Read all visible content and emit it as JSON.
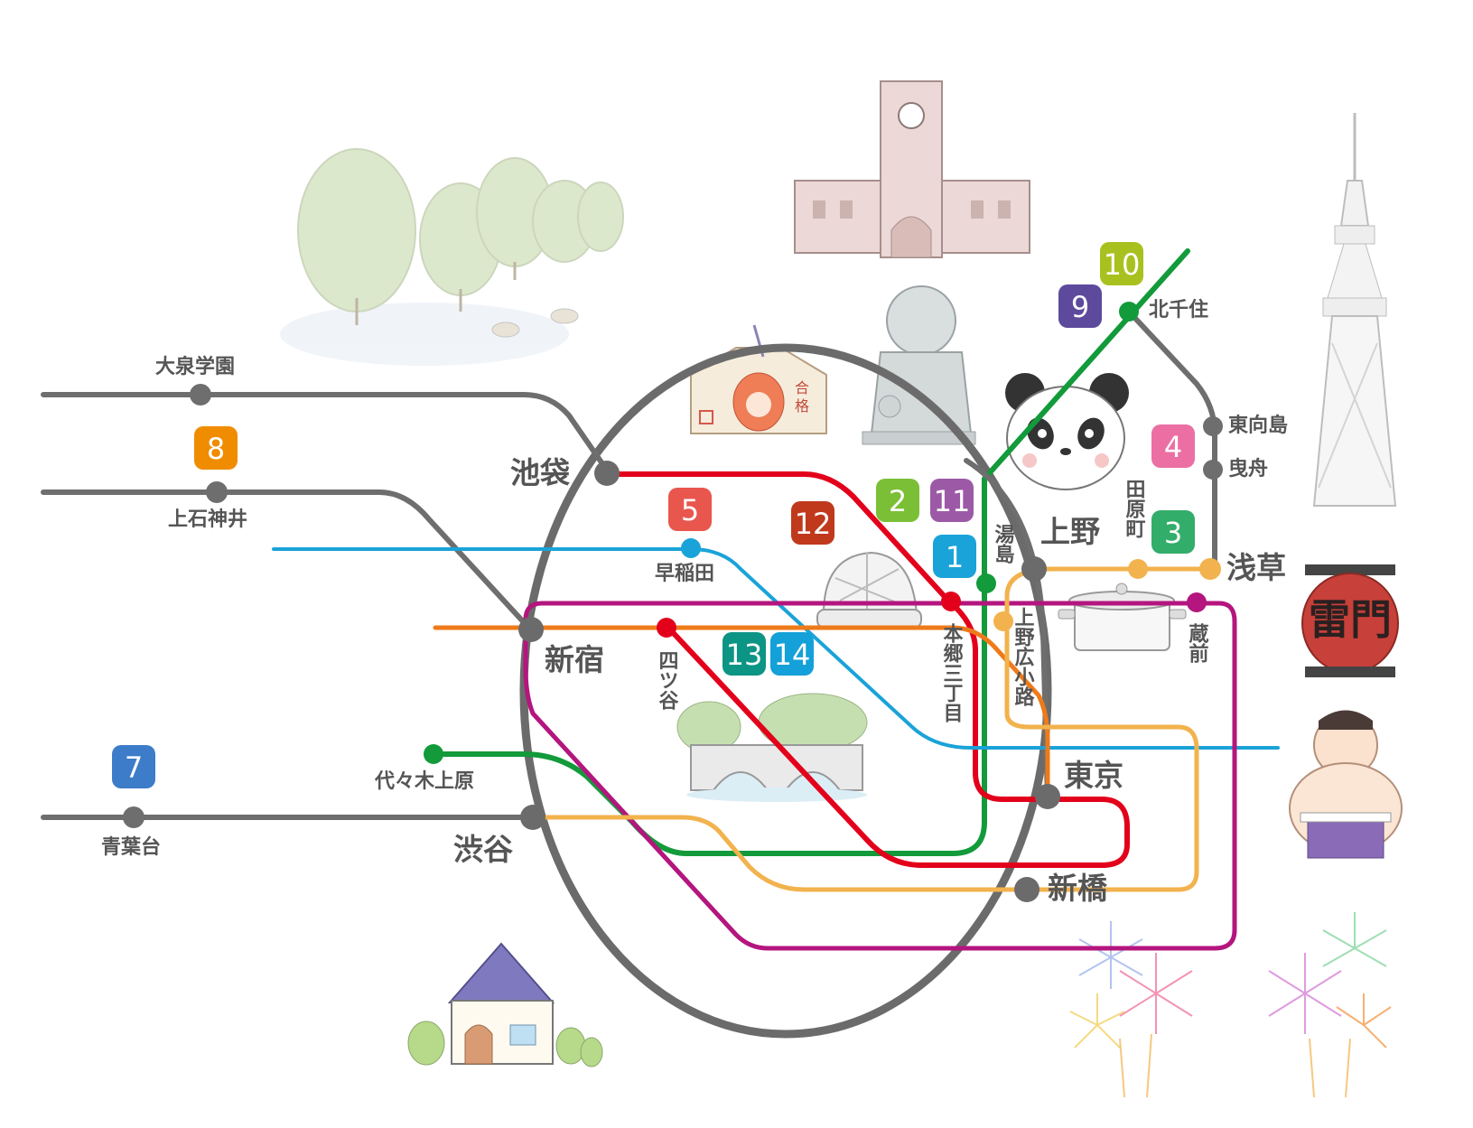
{
  "colors": {
    "yamanote": "#6b6b6b",
    "gray_line": "#6e6e6e",
    "red": "#e3001b",
    "blue": "#1aa3d8",
    "orange": "#ee7a1a",
    "magenta": "#b4157e",
    "green": "#129a3b",
    "yellow": "#f2b24d"
  },
  "stations_major": {
    "ikebukuro": "池袋",
    "shinjuku": "新宿",
    "shibuya": "渋谷",
    "ueno": "上野",
    "tokyo": "東京",
    "shinbashi": "新橋",
    "asakusa": "浅草"
  },
  "stations_minor": {
    "oizumi_gakuen": "大泉学園",
    "kamishakujii": "上石神井",
    "aobadai": "青葉台",
    "waseda": "早稲田",
    "yotsuya": "四ツ谷",
    "yoyogi_uehara": "代々木上原",
    "hongo_sanchome": "本郷三丁目",
    "yushima": "湯島",
    "ueno_hirokoji": "上野広小路",
    "tawaramachi": "田原町",
    "kuramae": "蔵前",
    "kitasenju": "北千住",
    "higashi_mukojima": "東向島",
    "hikifune": "曳舟"
  },
  "badges": [
    {
      "label": "1",
      "color": "#1aa3d8"
    },
    {
      "label": "2",
      "color": "#7bbf36"
    },
    {
      "label": "3",
      "color": "#33ad6a"
    },
    {
      "label": "4",
      "color": "#ec6fa4"
    },
    {
      "label": "5",
      "color": "#e8564e"
    },
    {
      "label": "7",
      "color": "#3d7cc9"
    },
    {
      "label": "8",
      "color": "#f08c00"
    },
    {
      "label": "9",
      "color": "#5e4a9c"
    },
    {
      "label": "10",
      "color": "#a9c11f"
    },
    {
      "label": "11",
      "color": "#9c5aa6"
    },
    {
      "label": "12",
      "color": "#c0391c"
    },
    {
      "label": "13",
      "color": "#0c9484"
    },
    {
      "label": "14",
      "color": "#14a0d8"
    }
  ],
  "icons": {
    "park": "park-trees-icon",
    "university": "university-clocktower-icon",
    "statue": "saigo-statue-icon",
    "ema": "daruma-ema-icon",
    "panda": "panda-icon",
    "dome": "tokyo-dome-icon",
    "pot": "cooking-pot-icon",
    "skytree": "skytree-icon",
    "lantern": "kaminarimon-lantern-icon",
    "lantern_text": "雷門",
    "sumo": "sumo-wrestler-icon",
    "bridge": "stone-bridge-icon",
    "house": "house-icon",
    "fireworks": "fireworks-icon"
  }
}
